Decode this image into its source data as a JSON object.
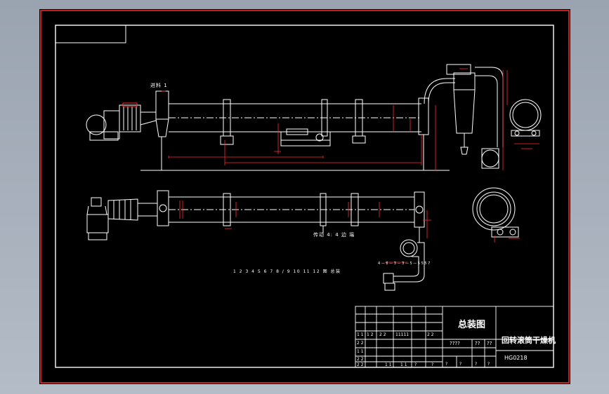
{
  "drawing": {
    "title": "总装图",
    "product_name": "回转滚筒干燥机",
    "drawing_code": "HG0218",
    "label_feed": "进料 1",
    "label_drive": "传动 4: 4 边 端",
    "label_spec": "1 2 3 4 5 6 7 8 / 9 10 11 12 图 总装",
    "label_duct": "4 — 6 — 3 — 3 — 5 — 5 5 5 7"
  },
  "title_block": {
    "scale_cell": "????",
    "qty_cell_a": "??",
    "qty_cell_b": "??",
    "row_labels": [
      "1 1",
      "2 2",
      "1 1",
      "2 2",
      "2 2",
      "1 1"
    ],
    "mid_labels": [
      "1 2",
      "2 2",
      "1 1",
      "11111",
      "2 2"
    ],
    "bottom_labels": [
      "?",
      "?",
      "?",
      "?",
      "?",
      "?"
    ]
  },
  "colors": {
    "sheet": "#000000",
    "line": "#ffffff",
    "dimension": "#ff2b2b",
    "dim_alt": "#e03030"
  }
}
